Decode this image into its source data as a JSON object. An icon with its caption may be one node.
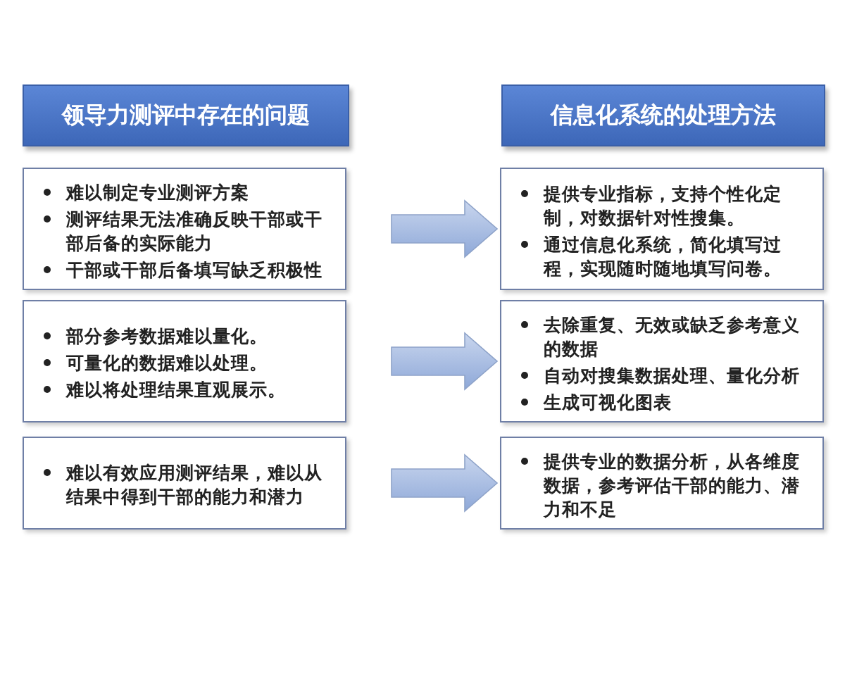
{
  "diagram": {
    "nodes": [
      {
        "text": [
          "领导力测评中存在的问题"
        ]
      },
      {
        "text": [
          "信息化系统的处理方法"
        ]
      },
      {
        "text": [
          "难以制定专业测评方案",
          "测评结果无法准确反映干部或干部后备的实际能力",
          "干部或干部后备填写缺乏积极性"
        ]
      },
      {
        "text": [
          "部分参考数据难以量化。",
          "可量化的数据难以处理。",
          "难以将处理结果直观展示。"
        ]
      },
      {
        "text": [
          "难以有效应用测评结果，难以从结果中得到干部的能力和潜力"
        ]
      },
      {
        "text": [
          "提供专业指标，支持个性化定制，对数据针对性搜集。",
          "通过信息化系统，简化填写过程，实现随时随地填写问卷。"
        ]
      },
      {
        "text": [
          "去除重复、无效或缺乏参考意义的数据",
          "自动对搜集数据处理、量化分析",
          "生成可视化图表"
        ]
      },
      {
        "text": [
          "提供专业的数据分析，从各维度数据，参考评估干部的能力、潜力和不足"
        ]
      }
    ],
    "edges": [
      {
        "from": 2,
        "to": 5,
        "arrow": "to"
      },
      {
        "from": 3,
        "to": 6,
        "arrow": "to"
      },
      {
        "from": 4,
        "to": 7,
        "arrow": "to"
      }
    ]
  }
}
